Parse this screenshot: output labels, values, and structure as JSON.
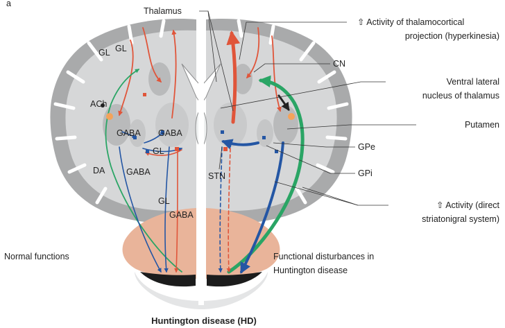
{
  "page_heading": "a",
  "title": "Huntington disease (HD)",
  "left_caption": "Normal functions",
  "right_caption": [
    "Functional disturbances in",
    "Huntington disease"
  ],
  "labels": {
    "thalamus": "Thalamus",
    "activity_thalamocortical": [
      "⇧ Activity of thalamocortical",
      "projection (hyperkinesia)"
    ],
    "cn": "CN",
    "vln": [
      "Ventral lateral",
      "nucleus of thalamus"
    ],
    "putamen": "Putamen",
    "gpe": "GPe",
    "gpi": "GPi",
    "activity_direct": [
      "⇧ Activity (direct",
      "striatonigral system)"
    ],
    "stn": "STN",
    "gl_1": "GL",
    "gl_2": "GL",
    "ach": "ACh",
    "gaba_1": "GABA",
    "gaba_2": "GABA",
    "gl_3": "GL",
    "da": "DA",
    "gaba_3": "GABA",
    "gl_4": "GL",
    "gaba_4": "GABA"
  },
  "colors": {
    "gray_matter": "#a9aaab",
    "white_matter": "#d6d7d8",
    "nucleus": "#b9babb",
    "glutamate_red": "#e0553a",
    "gaba_blue": "#2456a4",
    "dopamine_green": "#2aa565",
    "ach_orange": "#f4a35a"
  }
}
